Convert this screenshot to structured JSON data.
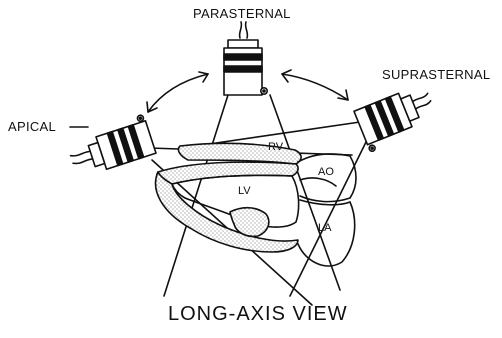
{
  "probe_labels": {
    "parasternal": "PARASTERNAL",
    "suprasternal": "SUPRASTERNAL",
    "apical": "APICAL"
  },
  "chamber_labels": {
    "rv": "RV",
    "lv": "LV",
    "ao": "AO",
    "la": "LA"
  },
  "view_title": "LONG-AXIS VIEW",
  "colors": {
    "ink": "#111111",
    "myocardium_stipple": "#555555",
    "background": "#ffffff"
  }
}
